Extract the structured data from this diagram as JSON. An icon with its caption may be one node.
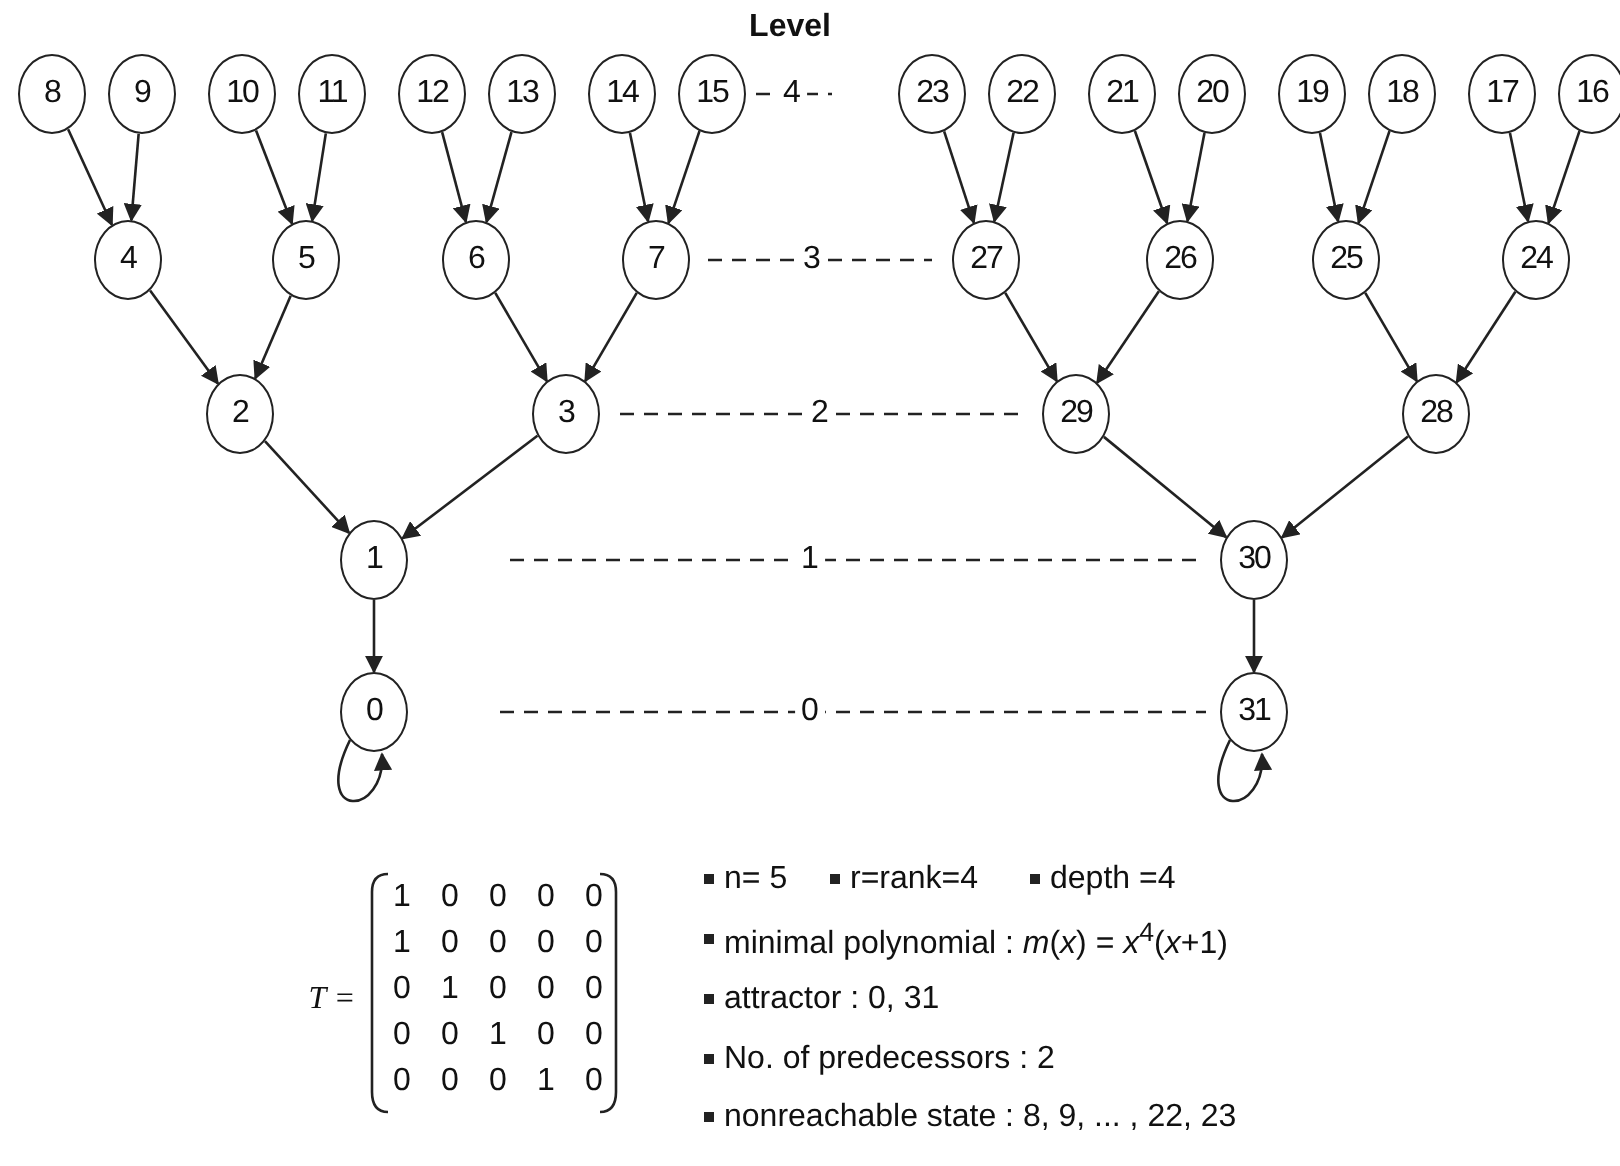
{
  "diagram": {
    "nodes": [
      {
        "text": [
          "8"
        ]
      },
      {
        "text": [
          "9"
        ]
      },
      {
        "text": [
          "10"
        ]
      },
      {
        "text": [
          "11"
        ]
      },
      {
        "text": [
          "12"
        ]
      },
      {
        "text": [
          "13"
        ]
      },
      {
        "text": [
          "14"
        ]
      },
      {
        "text": [
          "15"
        ]
      },
      {
        "text": [
          "23"
        ]
      },
      {
        "text": [
          "22"
        ]
      },
      {
        "text": [
          "21"
        ]
      },
      {
        "text": [
          "20"
        ]
      },
      {
        "text": [
          "19"
        ]
      },
      {
        "text": [
          "18"
        ]
      },
      {
        "text": [
          "17"
        ]
      },
      {
        "text": [
          "16"
        ]
      },
      {
        "text": [
          "4"
        ]
      },
      {
        "text": [
          "5"
        ]
      },
      {
        "text": [
          "6"
        ]
      },
      {
        "text": [
          "7"
        ]
      },
      {
        "text": [
          "27"
        ]
      },
      {
        "text": [
          "26"
        ]
      },
      {
        "text": [
          "25"
        ]
      },
      {
        "text": [
          "24"
        ]
      },
      {
        "text": [
          "2"
        ]
      },
      {
        "text": [
          "3"
        ]
      },
      {
        "text": [
          "29"
        ]
      },
      {
        "text": [
          "28"
        ]
      },
      {
        "text": [
          "1"
        ]
      },
      {
        "text": [
          "30"
        ]
      },
      {
        "text": [
          "0"
        ]
      },
      {
        "text": [
          "31"
        ]
      }
    ],
    "edges": [
      {
        "from": 0,
        "to": 16,
        "arrow": "to"
      },
      {
        "from": 1,
        "to": 16,
        "arrow": "to"
      },
      {
        "from": 2,
        "to": 17,
        "arrow": "to"
      },
      {
        "from": 3,
        "to": 17,
        "arrow": "to"
      },
      {
        "from": 4,
        "to": 18,
        "arrow": "to"
      },
      {
        "from": 5,
        "to": 18,
        "arrow": "to"
      },
      {
        "from": 6,
        "to": 19,
        "arrow": "to"
      },
      {
        "from": 7,
        "to": 19,
        "arrow": "to"
      },
      {
        "from": 8,
        "to": 20,
        "arrow": "to"
      },
      {
        "from": 9,
        "to": 20,
        "arrow": "to"
      },
      {
        "from": 10,
        "to": 21,
        "arrow": "to"
      },
      {
        "from": 11,
        "to": 21,
        "arrow": "to"
      },
      {
        "from": 12,
        "to": 22,
        "arrow": "to"
      },
      {
        "from": 13,
        "to": 22,
        "arrow": "to"
      },
      {
        "from": 14,
        "to": 23,
        "arrow": "to"
      },
      {
        "from": 15,
        "to": 23,
        "arrow": "to"
      },
      {
        "from": 16,
        "to": 24,
        "arrow": "to"
      },
      {
        "from": 17,
        "to": 24,
        "arrow": "to"
      },
      {
        "from": 18,
        "to": 25,
        "arrow": "to"
      },
      {
        "from": 19,
        "to": 25,
        "arrow": "to"
      },
      {
        "from": 20,
        "to": 26,
        "arrow": "to"
      },
      {
        "from": 21,
        "to": 26,
        "arrow": "to"
      },
      {
        "from": 22,
        "to": 27,
        "arrow": "to"
      },
      {
        "from": 23,
        "to": 27,
        "arrow": "to"
      },
      {
        "from": 24,
        "to": 28,
        "arrow": "to"
      },
      {
        "from": 25,
        "to": 28,
        "arrow": "to"
      },
      {
        "from": 26,
        "to": 29,
        "arrow": "to"
      },
      {
        "from": 27,
        "to": 29,
        "arrow": "to"
      },
      {
        "from": 28,
        "to": 30,
        "arrow": "to"
      },
      {
        "from": 29,
        "to": 31,
        "arrow": "to"
      },
      {
        "from": 30,
        "to": 30,
        "arrow": "to"
      },
      {
        "from": 31,
        "to": 31,
        "arrow": "to"
      }
    ],
    "labels": [
      "Level",
      "4",
      "3",
      "2",
      "1",
      "0",
      "T =",
      "1",
      "0",
      "0",
      "0",
      "0",
      "1",
      "0",
      "0",
      "0",
      "0",
      "0",
      "1",
      "0",
      "0",
      "0",
      "0",
      "0",
      "1",
      "0",
      "0",
      "0",
      "0",
      "0",
      "1",
      "0",
      "n= 5",
      "r=rank=4",
      "depth =4",
      "minimal polynomial : *m*(*x*) = *x*$^{4}$(*x*+1)",
      "attractor : 0, 31",
      "No. of predecessors : 2",
      "nonreachable state : 8, 9, ... , 22, 23"
    ]
  }
}
